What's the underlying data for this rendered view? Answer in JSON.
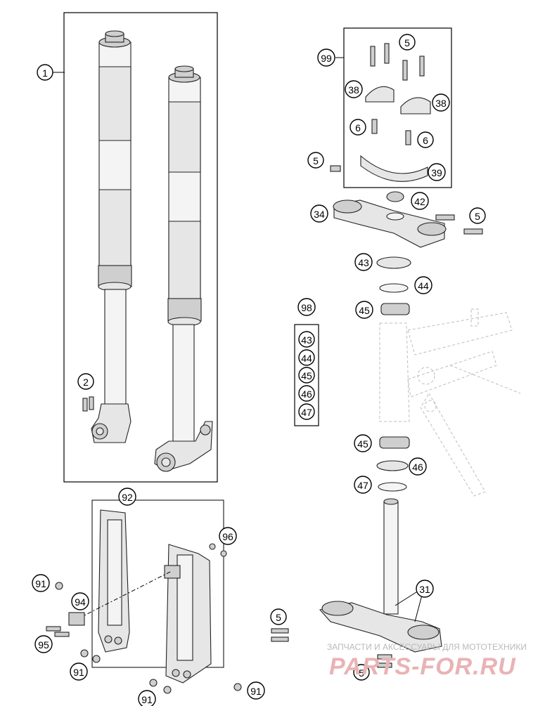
{
  "diagram": {
    "callouts": {
      "c1": "1",
      "c2": "2",
      "c5a": "5",
      "c5b": "5",
      "c5c": "5",
      "c5d": "5",
      "c5e": "5",
      "c6a": "6",
      "c6b": "6",
      "c31": "31",
      "c34": "34",
      "c38a": "38",
      "c38b": "38",
      "c39": "39",
      "c42": "42",
      "c43a": "43",
      "c43b": "43",
      "c44a": "44",
      "c44b": "44",
      "c45a": "45",
      "c45b": "45",
      "c45c": "45",
      "c46a": "46",
      "c46b": "46",
      "c47a": "47",
      "c47b": "47",
      "c91a": "91",
      "c91b": "91",
      "c91c": "91",
      "c91d": "91",
      "c92": "92",
      "c94": "94",
      "c95": "95",
      "c96": "96",
      "c98": "98",
      "c99": "99"
    }
  },
  "watermark": {
    "top": "ЗАПЧАСТИ И АКСЕССУАРЫ ДЛЯ МОТОТЕХНИКИ",
    "main": "PARTS-FOR.RU",
    "color": "#e9b3b5"
  }
}
